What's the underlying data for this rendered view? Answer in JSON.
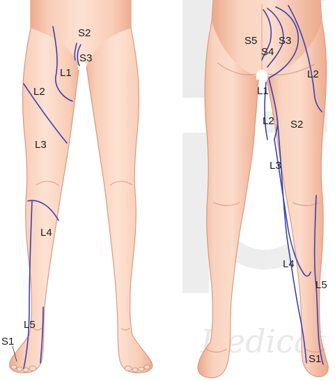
{
  "figure": {
    "views": [
      "anterior",
      "posterior"
    ],
    "watermark_text": "Dedicat"
  },
  "labels": {
    "anterior": {
      "s2": "S2",
      "s3": "S3",
      "l1": "L1",
      "l2": "L2",
      "l3": "L3",
      "l4": "L4",
      "l5": "L5",
      "s1": "S1"
    },
    "posterior": {
      "s5": "S5",
      "s4": "S4",
      "s3": "S3",
      "l2": "L2",
      "l1": "L1",
      "l2b": "L2",
      "s2": "S2",
      "l3": "L3",
      "l4": "L4",
      "l5": "L5",
      "s1": "S1"
    }
  },
  "colors": {
    "skin_light": "#fbd9c8",
    "skin_mid": "#f6bfa5",
    "skin_shadow": "#e9a587",
    "dermatome_line": "#3b3fb0",
    "watermark": "#d6d6d6"
  }
}
